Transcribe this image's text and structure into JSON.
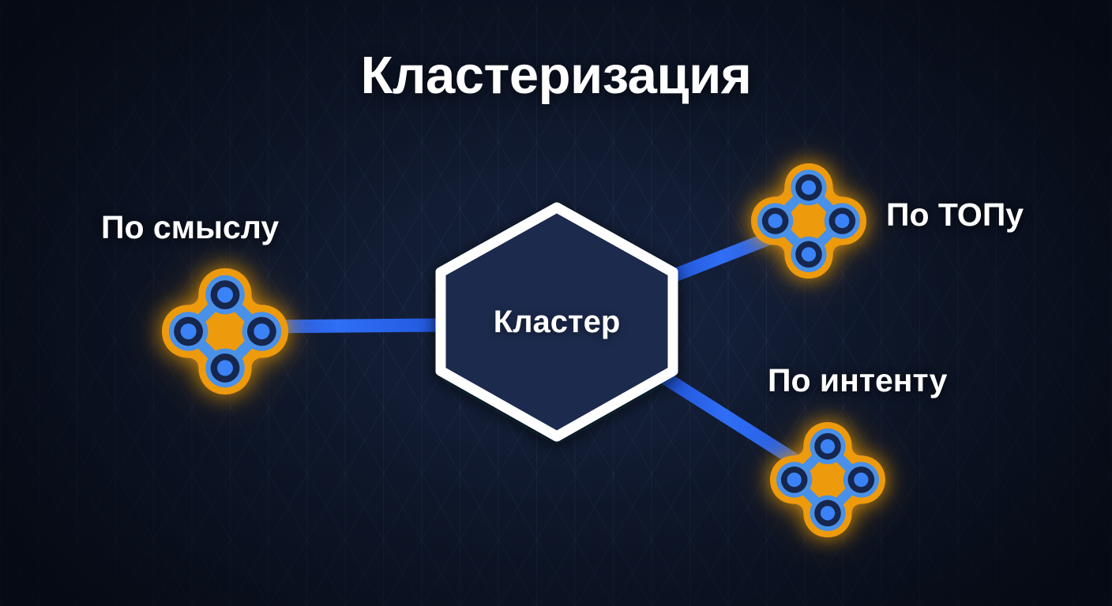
{
  "title": "Кластеризация",
  "center_node": {
    "label": "Кластер",
    "shape": "hexagon",
    "fill": "#1d2b4d",
    "stroke": "#ffffff"
  },
  "branches": [
    {
      "id": "meaning",
      "label": "По смыслу",
      "icon": "cluster-network-icon",
      "position": "left"
    },
    {
      "id": "top",
      "label": "По ТОПу",
      "icon": "cluster-network-icon",
      "position": "top-right"
    },
    {
      "id": "intent",
      "label": "По интенту",
      "icon": "cluster-network-icon",
      "position": "bottom-right"
    }
  ],
  "colors": {
    "background": "#0d1526",
    "accent_orange": "#ee9a10",
    "accent_blue": "#2563eb",
    "node_ring_light": "#4a90e8",
    "node_ring_dark": "#16284d",
    "node_core": "#3b82f6",
    "text": "#ffffff"
  }
}
